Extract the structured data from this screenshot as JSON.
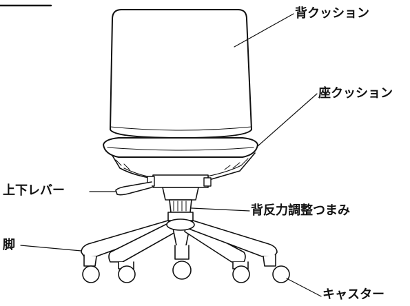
{
  "labels": {
    "back_cushion": "背クッション",
    "seat_cushion": "座クッション",
    "height_lever": "上下レバー",
    "tension_knob": "背反力調整つまみ",
    "leg": "脚",
    "caster": "キャスター"
  },
  "colors": {
    "line": "#111111",
    "background": "#ffffff"
  }
}
